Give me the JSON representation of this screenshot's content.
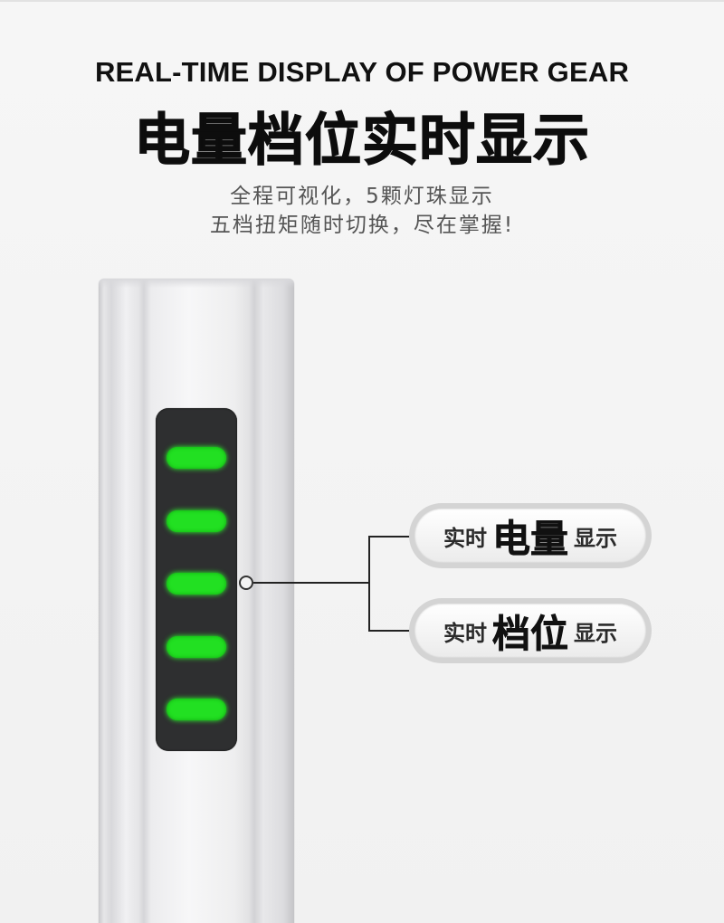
{
  "heading": {
    "en": "REAL-TIME DISPLAY OF POWER GEAR",
    "zh": "电量档位实时显示"
  },
  "subtitle": {
    "line1": "全程可视化，5颗灯珠显示",
    "line2": "五档扭矩随时切换，尽在掌握!"
  },
  "indicator": {
    "led_count": 5,
    "leds_lit": 5,
    "led_color": "#22e022",
    "panel_color": "#2e2f30"
  },
  "callouts": [
    {
      "prefix": "实时",
      "highlight": "电量",
      "suffix": "显示"
    },
    {
      "prefix": "实时",
      "highlight": "档位",
      "suffix": "显示"
    }
  ]
}
